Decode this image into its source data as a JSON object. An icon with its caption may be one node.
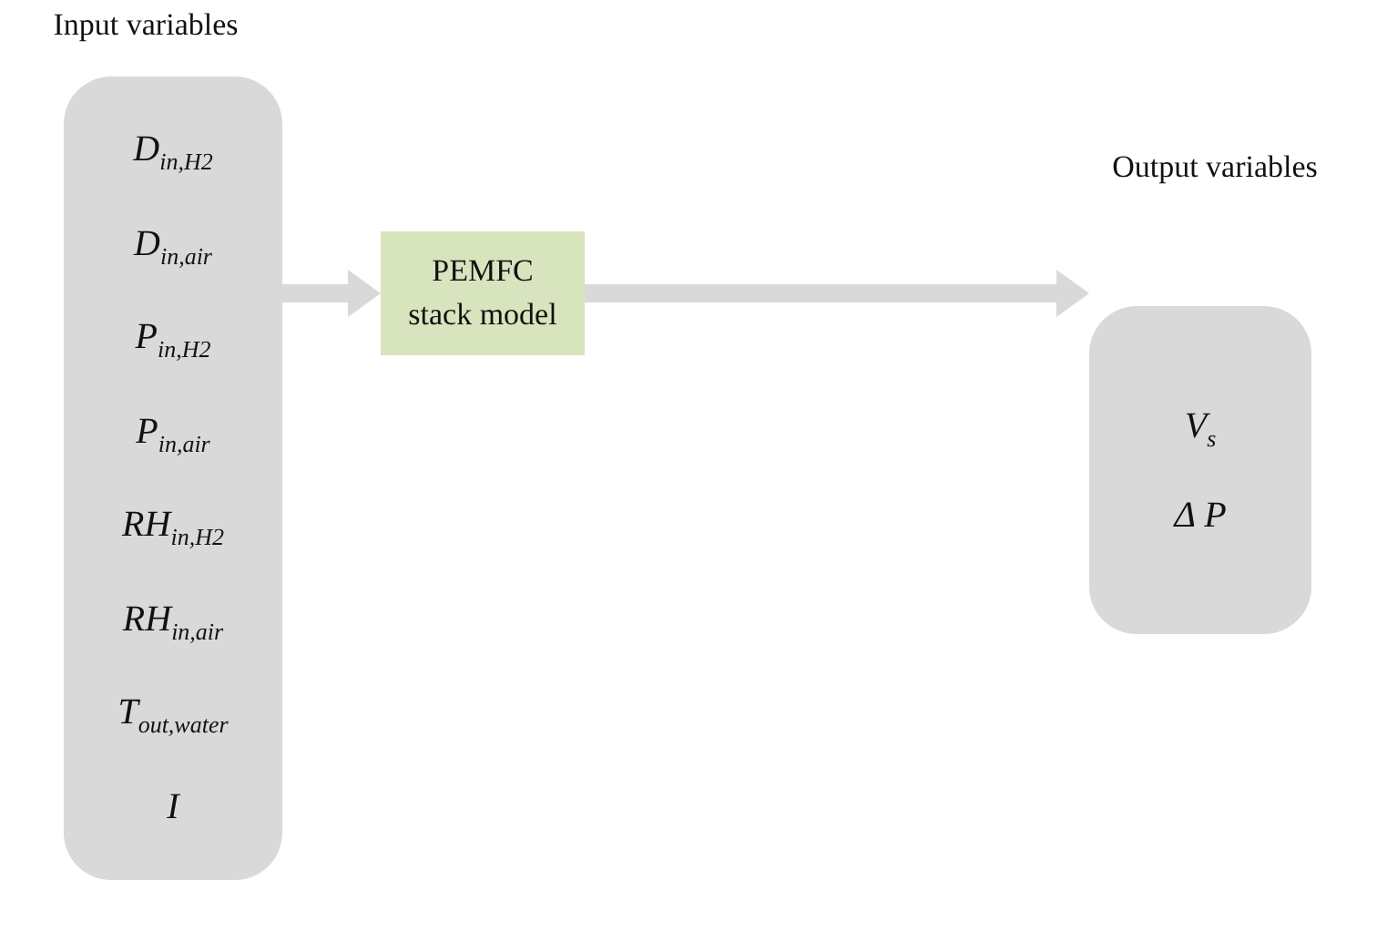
{
  "diagram": {
    "nodes": [
      {
        "text": [
          "Input variables",
          "D$_{in,H2}$",
          "D$_{in,air}$",
          "P$_{in,H2}$",
          "P$_{in,air}$",
          "RH$_{in,H2}$",
          "RH$_{in,air}$",
          "T$_{out,water}$",
          "I"
        ]
      },
      {
        "text": [
          "PEMFC stack model"
        ]
      },
      {
        "text": [
          "Output variables",
          "V$_{s}$",
          "Δ P"
        ]
      }
    ],
    "edges": [
      {
        "from": 0,
        "to": 1,
        "arrow": "to"
      },
      {
        "from": 1,
        "to": 2,
        "arrow": "to"
      }
    ]
  }
}
